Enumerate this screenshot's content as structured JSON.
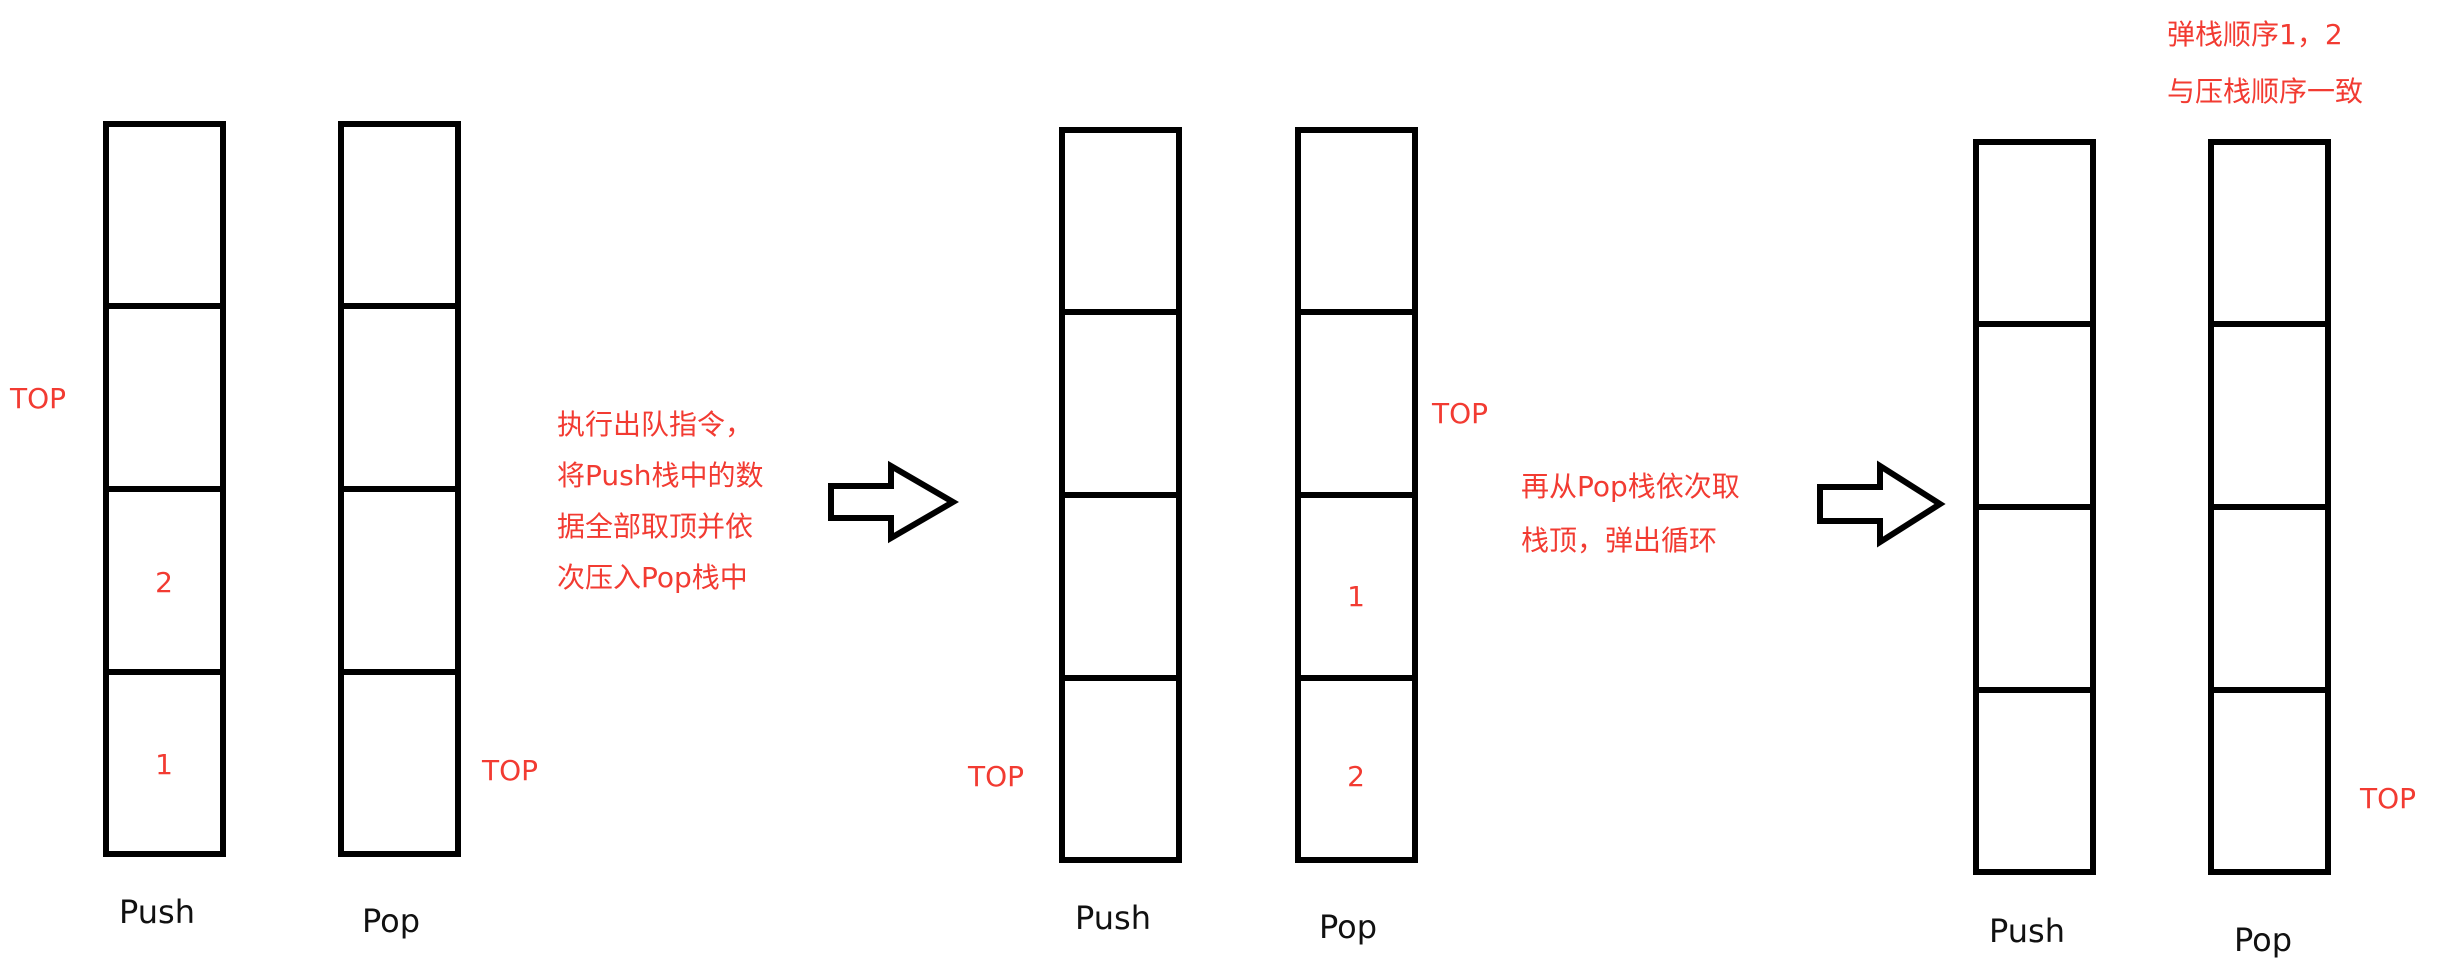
{
  "colors": {
    "annotation": "#f23b32",
    "stroke": "#000000",
    "label": "#111111"
  },
  "stages": [
    {
      "push_label": "Push",
      "pop_label": "Pop",
      "push_cells": [
        "",
        "",
        "2",
        "1"
      ],
      "pop_cells": [
        "",
        "",
        "",
        ""
      ],
      "push_top": "TOP",
      "pop_top": "TOP"
    },
    {
      "push_label": "Push",
      "pop_label": "Pop",
      "push_cells": [
        "",
        "",
        "",
        ""
      ],
      "pop_cells": [
        "",
        "",
        "1",
        "2"
      ],
      "push_top": "TOP",
      "pop_top": "TOP"
    },
    {
      "push_label": "Push",
      "pop_label": "Pop",
      "push_cells": [
        "",
        "",
        "",
        ""
      ],
      "pop_cells": [
        "",
        "",
        "",
        ""
      ],
      "pop_top": "TOP",
      "note_lines": [
        "弹栈顺序1，2",
        "与压栈顺序一致"
      ]
    }
  ],
  "transitions": [
    {
      "note_lines": [
        "执行出队指令，",
        "将Push栈中的数",
        "据全部取顶并依",
        "次压入Pop栈中"
      ]
    },
    {
      "note_lines": [
        "再从Pop栈依次取",
        "栈顶，弹出循环"
      ]
    }
  ]
}
